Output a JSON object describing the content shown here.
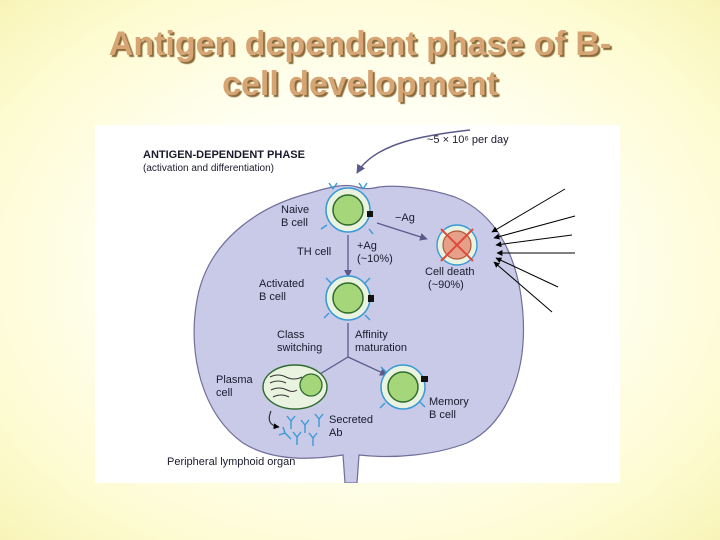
{
  "slide": {
    "title_line1": "Antigen dependent phase of B-",
    "title_line2": "cell development"
  },
  "diagram": {
    "phase_title": "ANTIGEN-DEPENDENT PHASE",
    "phase_subtitle": "(activation and differentiation)",
    "input_rate": "~5 × 10⁶ per day",
    "naive_b_cell_line1": "Naive",
    "naive_b_cell_line2": "B cell",
    "minus_ag": "−Ag",
    "plus_ag": "+Ag",
    "plus_ag_pct": "(~10%)",
    "th_cell": "TH cell",
    "cell_death": "Cell death",
    "cell_death_pct": "(~90%)",
    "activated_line1": "Activated",
    "activated_line2": "B cell",
    "class_switching_line1": "Class",
    "class_switching_line2": "switching",
    "affinity_line1": "Affinity",
    "affinity_line2": "maturation",
    "plasma_line1": "Plasma",
    "plasma_line2": "cell",
    "memory_line1": "Memory",
    "memory_line2": "B cell",
    "secreted_line1": "Secreted",
    "secreted_line2": "Ab",
    "organ_label": "Peripheral lymphoid organ",
    "colors": {
      "organ_fill": "#c9c9e8",
      "organ_stroke": "#6f6f9a",
      "cell_fill": "#a6d67a",
      "cell_ring": "#2e6b2e",
      "receptor": "#3a9ad6",
      "arrow": "#5a5a8a",
      "death_x": "#e04a3a",
      "title": "#d7a574"
    }
  }
}
